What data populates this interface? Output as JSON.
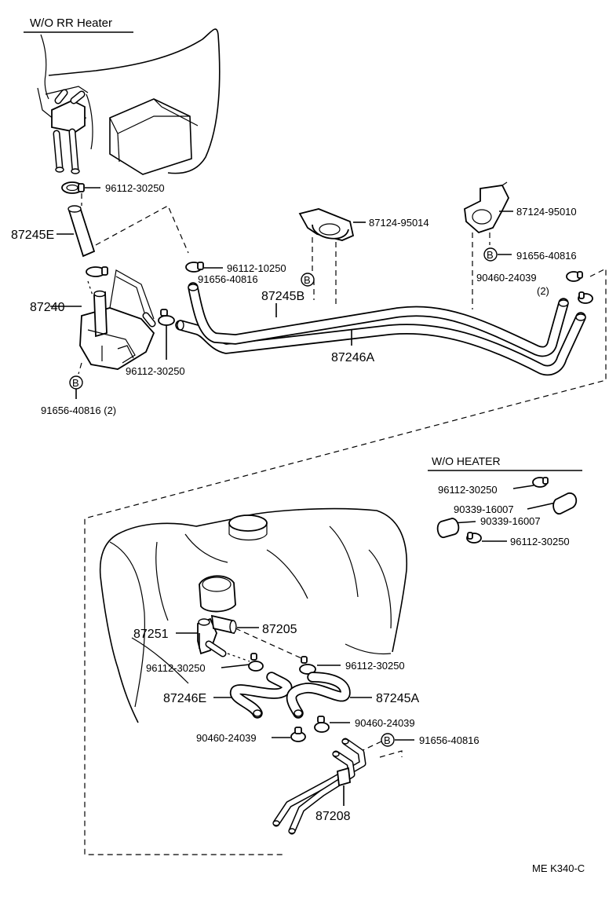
{
  "header_rr": "W/O RR Heater",
  "header_heater": "W/O HEATER",
  "footer_code": "ME  K340-C",
  "bolt_letter": "B",
  "labels": {
    "p96112_30250_top": "96112-30250",
    "p87245E": "87245E",
    "p96112_10250": "96112-10250",
    "p91656_40816_mid": "91656-40816",
    "p87245B": "87245B",
    "p87240": "87240",
    "p96112_30250_valve": "96112-30250",
    "p91656_40816_2": "91656-40816 (2)",
    "p87246A": "87246A",
    "p87124_95014": "87124-95014",
    "p87124_95010": "87124-95010",
    "p91656_40816_right": "91656-40816",
    "p90460_24039_right": "90460-24039",
    "p90460_24039_qty": "(2)",
    "h_96112_30250_a": "96112-30250",
    "h_90339_16007_a": "90339-16007",
    "h_90339_16007_b": "90339-16007",
    "h_96112_30250_b": "96112-30250",
    "p87251": "87251",
    "p87205": "87205",
    "p96112_30250_left": "96112-30250",
    "p96112_30250_right": "96112-30250",
    "p87246E": "87246E",
    "p87245A": "87245A",
    "p90460_24039_b1": "90460-24039",
    "p90460_24039_b2": "90460-24039",
    "p91656_40816_bottom": "91656-40816",
    "p87208": "87208"
  }
}
